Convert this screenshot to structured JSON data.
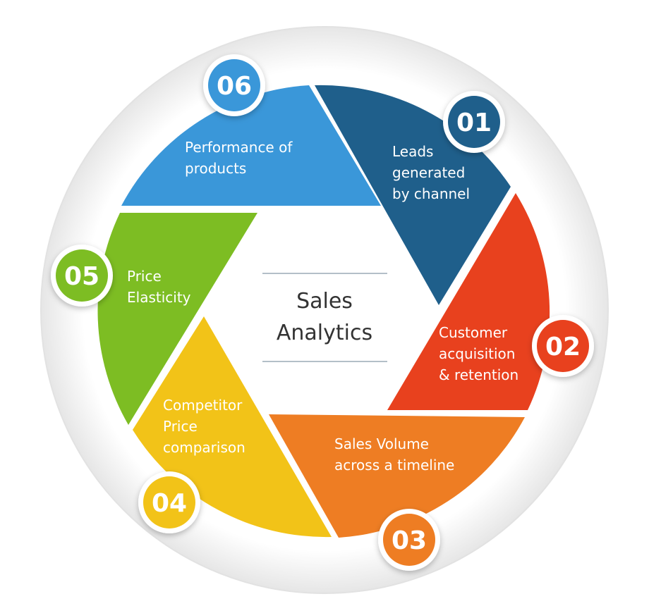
{
  "center": {
    "line1": "Sales",
    "line2": "Analytics"
  },
  "segments": [
    {
      "id": "01",
      "lines": [
        "Leads",
        "generated",
        "by channel"
      ],
      "color": "#1f5f8b"
    },
    {
      "id": "02",
      "lines": [
        "Customer",
        "acquisition",
        "& retention"
      ],
      "color": "#e8411e"
    },
    {
      "id": "03",
      "lines": [
        "Sales Volume",
        "across a timeline"
      ],
      "color": "#ee7d23"
    },
    {
      "id": "04",
      "lines": [
        "Competitor",
        "Price",
        "comparison"
      ],
      "color": "#f2c318"
    },
    {
      "id": "05",
      "lines": [
        "Price",
        "Elasticity"
      ],
      "color": "#7dbd23"
    },
    {
      "id": "06",
      "lines": [
        "Performance of",
        "products"
      ],
      "color": "#3a97d9"
    }
  ]
}
